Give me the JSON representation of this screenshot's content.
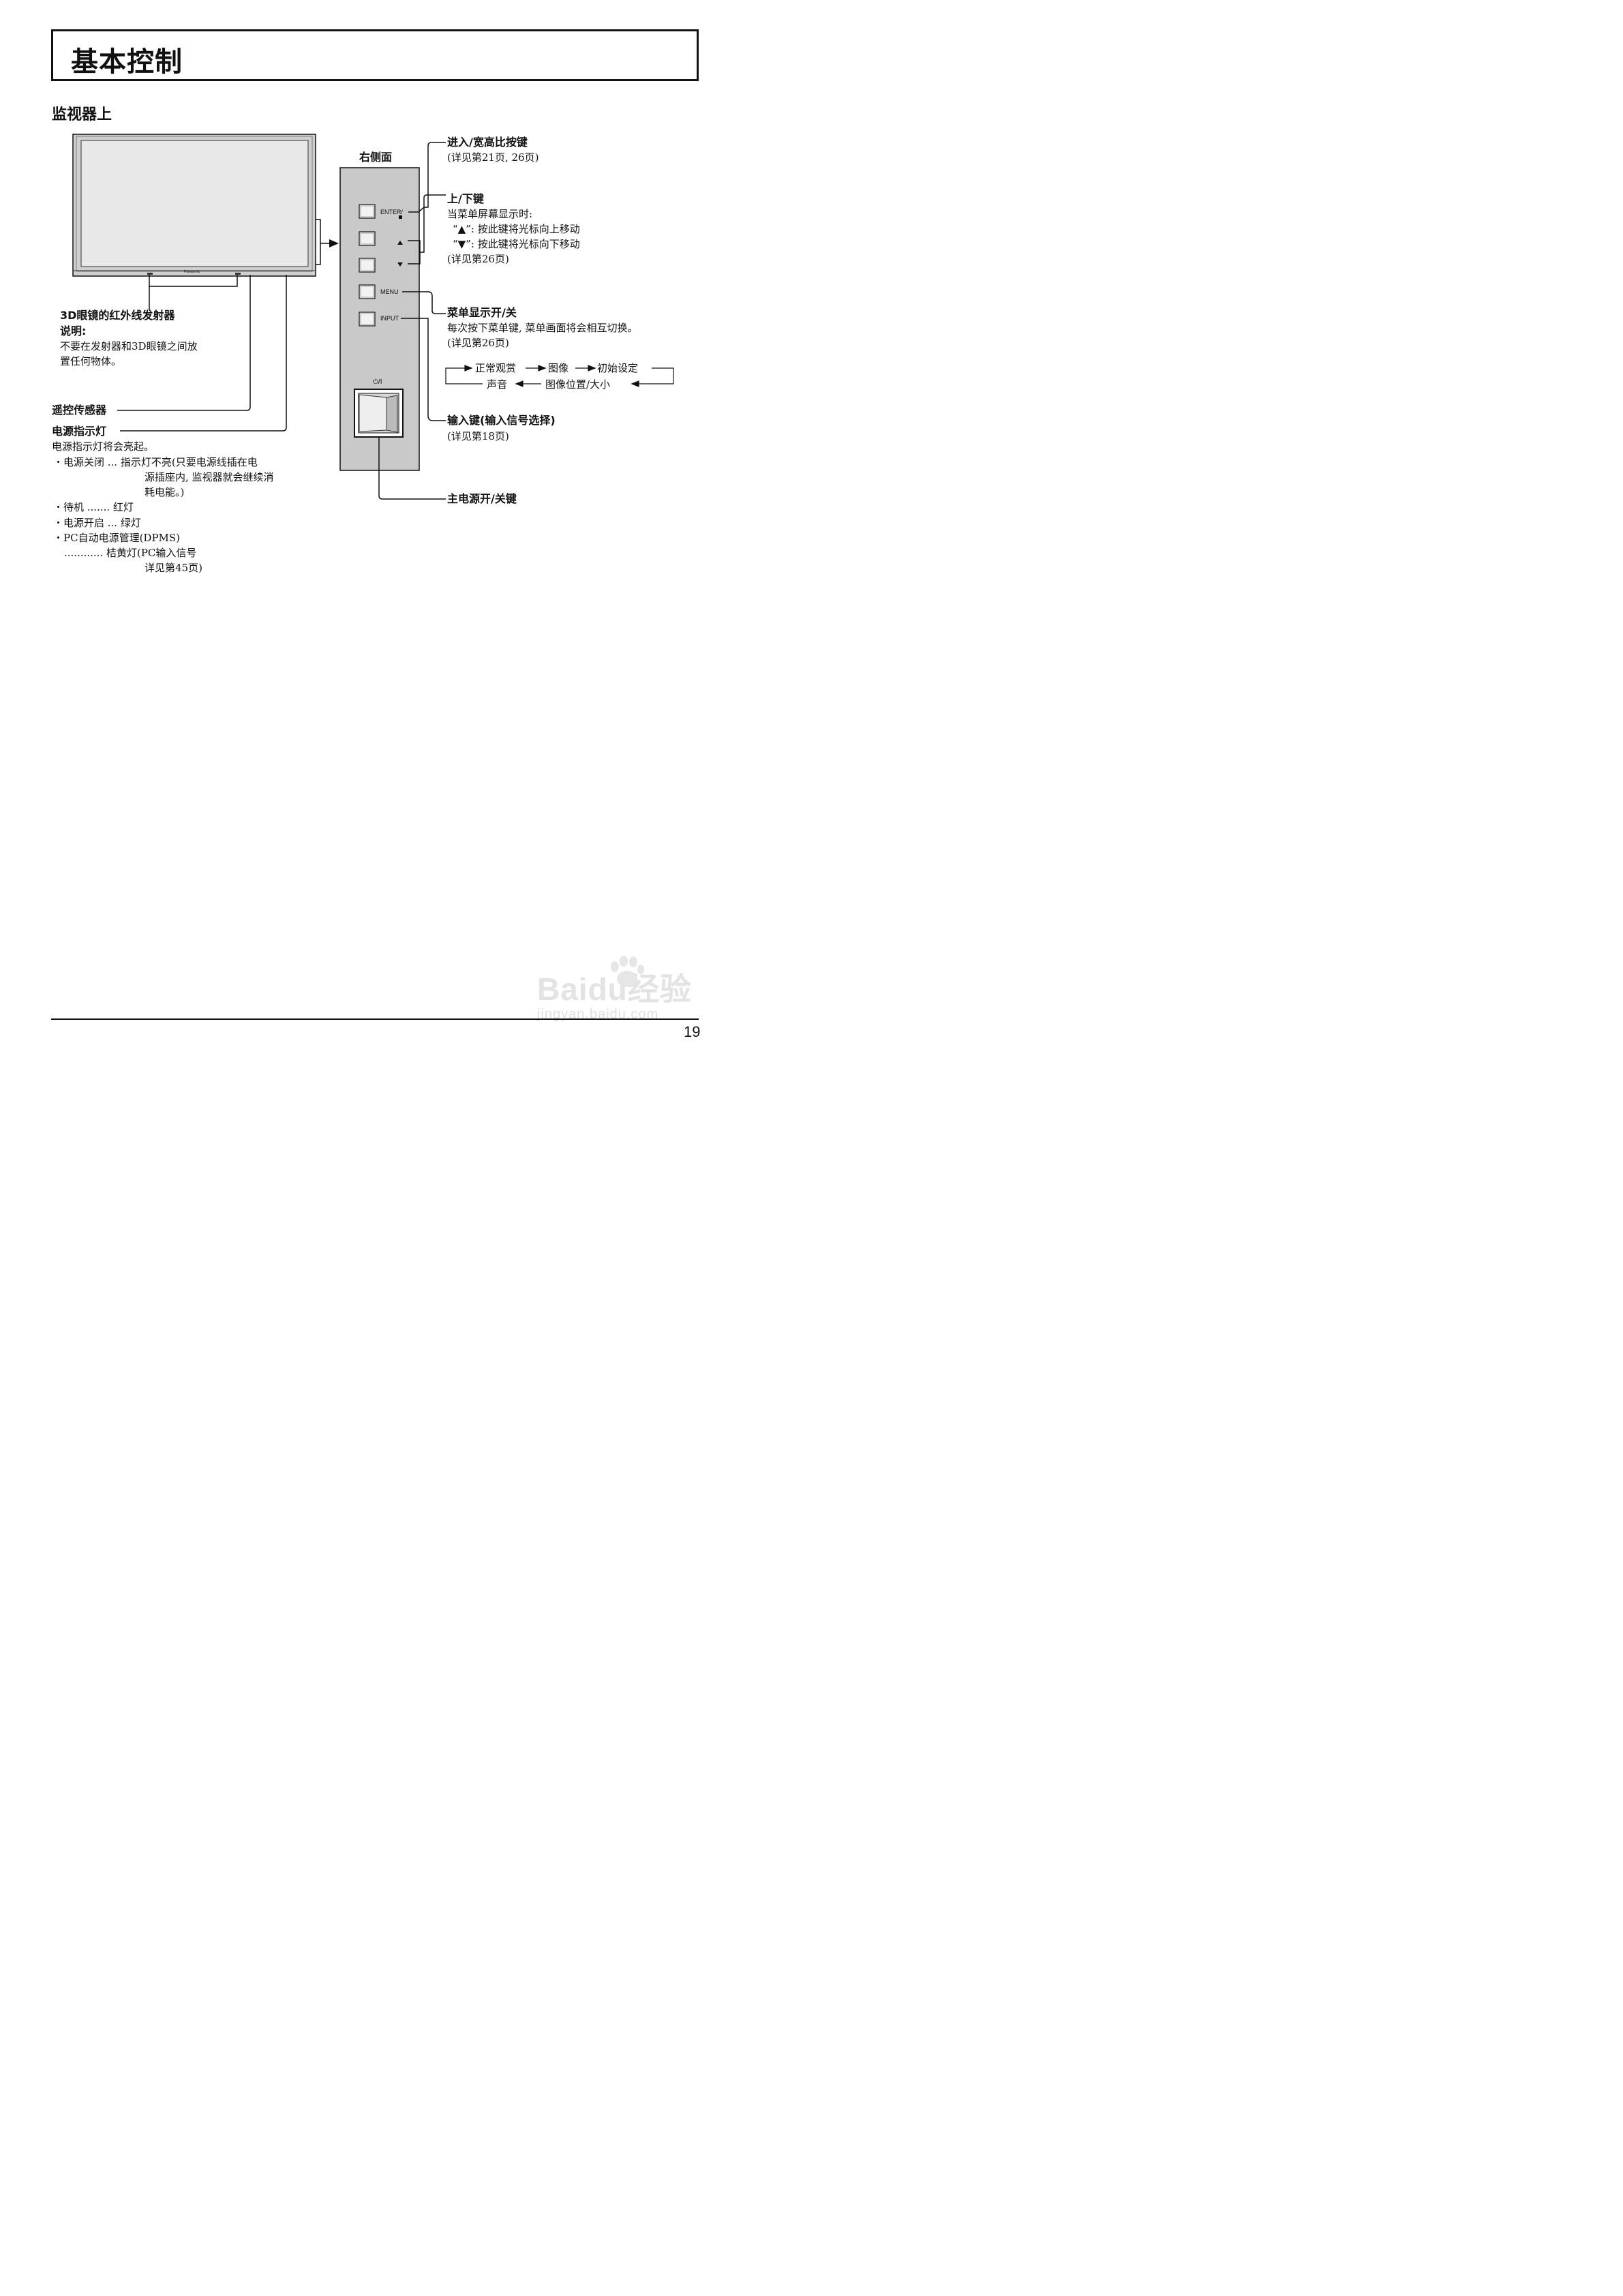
{
  "page": {
    "title": "基本控制",
    "section": "监视器上",
    "number": "19"
  },
  "side_panel": {
    "heading": "右侧面",
    "enter_label": "ENTER/",
    "menu_label": "MENU",
    "input_label": "INPUT",
    "power_symbol": "⏻/I"
  },
  "right_callouts": {
    "enter": {
      "title": "进入/宽高比按键",
      "ref": "(详见第21页, 26页)"
    },
    "updown": {
      "title": "上/下键",
      "line1": "当菜单屏幕显示时:",
      "line2": "“▲”: 按此键将光标向上移动",
      "line3": "“▼”: 按此键将光标向下移动",
      "ref": "(详见第26页)"
    },
    "menu": {
      "title": "菜单显示开/关",
      "desc": "每次按下菜单键, 菜单画面将会相互切换。",
      "ref": "(详见第26页)",
      "cycle": [
        "正常观赏",
        "图像",
        "初始设定",
        "图像位置/大小",
        "声音"
      ]
    },
    "input": {
      "title": "输入键(输入信号选择)",
      "ref": "(详见第18页)"
    },
    "power": {
      "title": "主电源开/关键"
    }
  },
  "left_callouts": {
    "ir": {
      "title": "3D眼镜的红外线发射器",
      "note_head": "说明:",
      "note1": "不要在发射器和3D眼镜之间放",
      "note2": "置任何物体。"
    },
    "remote": {
      "title": "遥控传感器"
    },
    "power_led": {
      "title": "电源指示灯",
      "desc": "电源指示灯将会亮起。",
      "items": [
        "・电源关闭 ... 指示灯不亮(只要电源线插在电",
        "源插座内, 监视器就会继续消",
        "耗电能。)",
        "・待机 ....... 红灯",
        "・电源开启 ... 绿灯",
        "・PC自动电源管理(DPMS)",
        "............ 桔黄灯(PC输入信号",
        "详见第45页)"
      ]
    }
  },
  "monitor": {
    "brand": "Panasonic"
  },
  "watermark": {
    "logo": "Baidu经验",
    "url": "jingyan.baidu.com"
  }
}
